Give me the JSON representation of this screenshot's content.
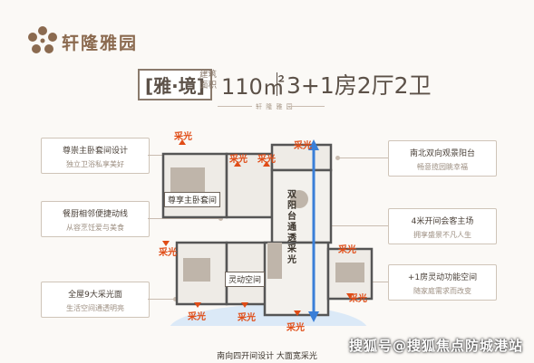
{
  "brand": {
    "name": "轩隆雅园"
  },
  "header": {
    "type_tag": "[雅·境]",
    "area_label": "建筑面积",
    "area_value": "110㎡",
    "layout": "3+1房2厅2卫",
    "sub": "轩 隆 雅 园"
  },
  "features_left": [
    {
      "title": "尊崇主卧套间设计",
      "desc": "独立卫浴私享美好"
    },
    {
      "title": "餐厨相邻便捷动线",
      "desc": "从容烹饪爱与美食"
    },
    {
      "title": "全屋9大采光面",
      "desc": "生活空间通透明亮"
    }
  ],
  "features_right": [
    {
      "title": "南北双向观景阳台",
      "desc": "畅意揽园眺幸福"
    },
    {
      "title": "4米开间会客主场",
      "desc": "拥享盛景不凡人生"
    },
    {
      "title": "+1房灵动功能空间",
      "desc": "随家庭需求而改变"
    }
  ],
  "plan": {
    "light_label": "采光",
    "master_suite": "尊享主卧套间",
    "flex_space": "灵动空间",
    "dual_balcony": "双阳台通透采光"
  },
  "caption": "南向四开间设计 大面宽采光",
  "watermark": "搜狐号@搜狐焦点防城港站",
  "colors": {
    "accent": "#e04c16",
    "brand": "#8b6a4f",
    "arrow": "#3a7fd8"
  }
}
